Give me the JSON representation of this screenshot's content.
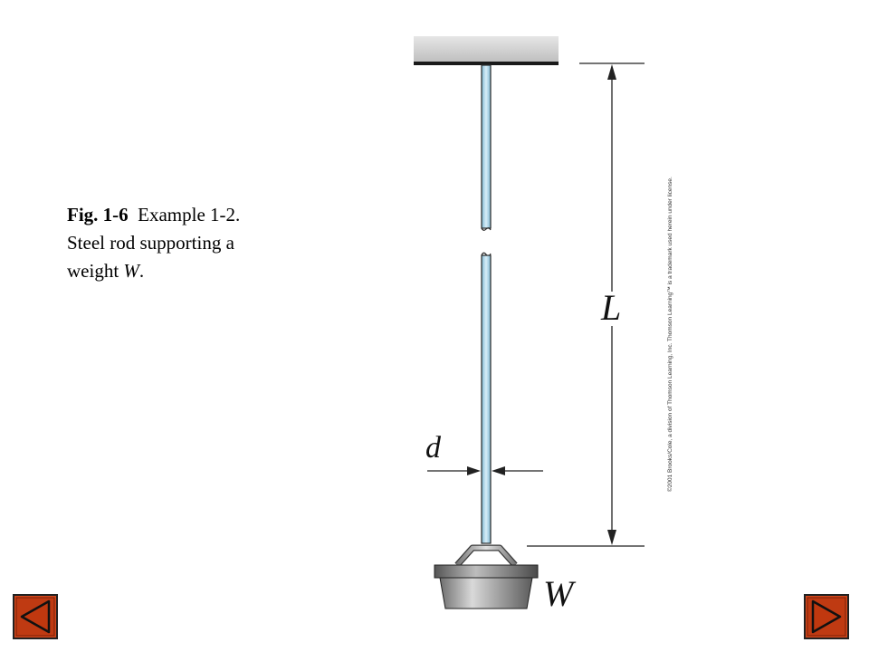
{
  "caption": {
    "fig_number": "Fig. 1-6",
    "line1_rest": "Example 1-2.",
    "line2": "Steel rod supporting a",
    "line3_prefix": "weight ",
    "line3_var": "W",
    "line3_suffix": "."
  },
  "labels": {
    "length": "L",
    "diameter": "d",
    "weight": "W"
  },
  "copyright": "©2001 Brooks/Cole, a division of Thomson Learning, Inc. Thomson Learning™ is a trademark used herein under license.",
  "nav": {
    "prev_icon": "triangle-left-icon",
    "next_icon": "triangle-right-icon"
  },
  "colors": {
    "rod_fill": "#a9d3e6",
    "ceiling": "#c9c9c9",
    "button_fill": "#c8320a",
    "button_bg": "#d94a18"
  }
}
